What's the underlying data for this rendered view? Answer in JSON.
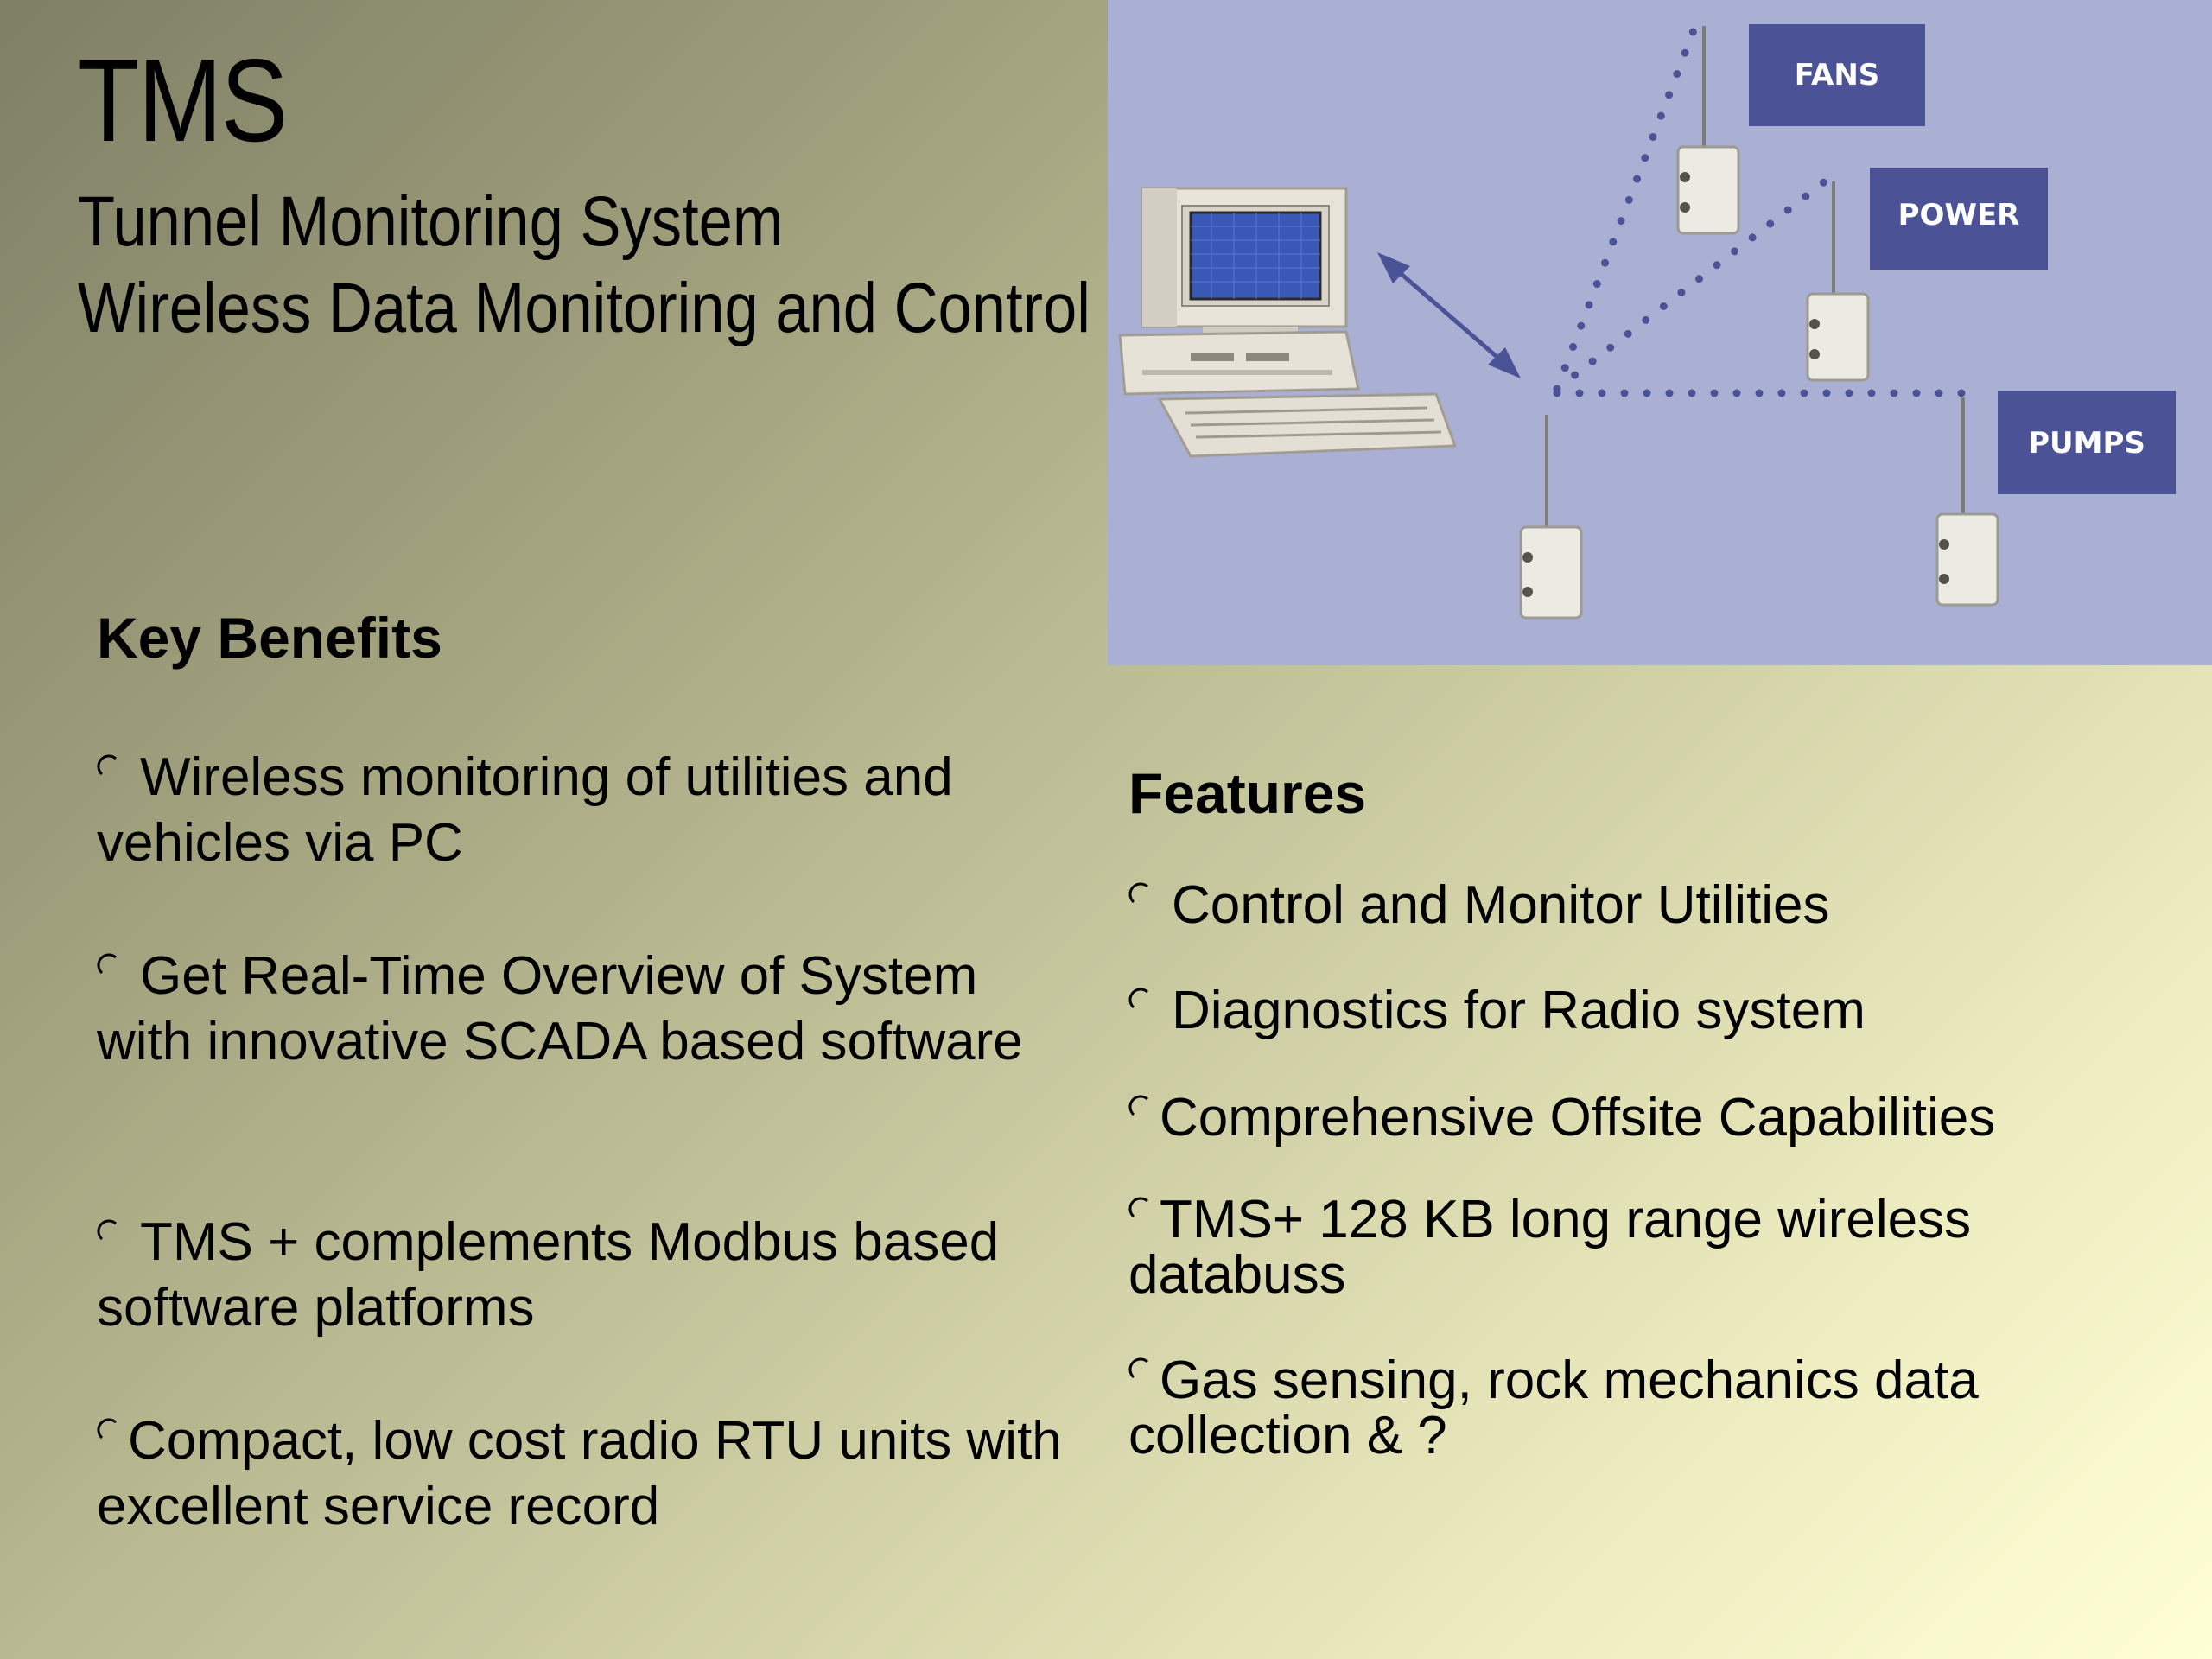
{
  "header": {
    "title": "TMS",
    "subtitle_line1": "Tunnel Monitoring System",
    "subtitle_line2": "Wireless Data Monitoring and Control"
  },
  "diagram": {
    "labels": {
      "fans": "FANS",
      "power": "POWER",
      "pumps": "PUMPS"
    },
    "colors": {
      "background": "#a9b0d4",
      "label_box": "#4b5396",
      "dots": "#4b5396"
    }
  },
  "benefits": {
    "heading": "Key Benefits",
    "items": [
      "Wireless monitoring of utilities and vehicles via PC",
      "Get Real-Time Overview of System with innovative SCADA based software",
      "TMS + complements Modbus based software platforms",
      "Compact, low cost radio RTU units with excellent service record"
    ]
  },
  "features": {
    "heading": "Features",
    "items": [
      "Control and Monitor Utilities",
      "Diagnostics for Radio system",
      "Comprehensive Offsite Capabilities",
      "TMS+ 128 KB long range wireless databuss",
      "Gas sensing, rock mechanics data collection & ?"
    ]
  }
}
